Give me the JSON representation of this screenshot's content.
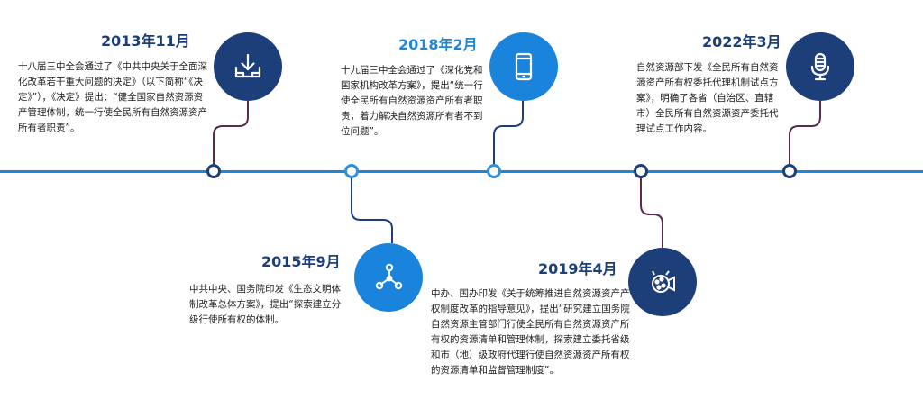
{
  "events": [
    {
      "date": "2013年11月",
      "text": "十八届三中全会通过了《中共中央关于全面深化改革若干重大问题的决定》（以下简称“《决定》”），《决定》提出：“健全国家自然资源资产管理体制，统一行使全民所有自然资源资产所有者职责”。",
      "icon": "download-tray-icon"
    },
    {
      "date": "2015年9月",
      "text": "中共中央、国务院印发《生态文明体制改革总体方案》，提出“探索建立分级行使所有权的体制。",
      "icon": "network-nodes-icon"
    },
    {
      "date": "2018年2月",
      "text": "十九届三中全会通过了《深化党和国家机构改革方案》，提出“统一行使全民所有自然资源资产所有者职责，着力解决自然资源所有者不到位问题”。",
      "icon": "smartphone-icon"
    },
    {
      "date": "2019年4月",
      "text": "中办、国办印发《关于统筹推进自然资源资产产权制度改革的指导意见》，提出“研究建立国务院自然资源主管部门行使全民所有自然资源资产所有权的资源清单和管理体制，探索建立委托省级和市（地）级政府代理行使自然资源资产所有权的资源清单和监督管理制度”。",
      "icon": "film-camera-icon"
    },
    {
      "date": "2022年3月",
      "text": "自然资源部下发《全民所有自然资源资产所有权委托代理机制试点方案》，明确了各省（自治区、直辖市）全民所有自然资源资产委托代理试点工作内容。",
      "icon": "microphone-icon"
    }
  ],
  "colors": {
    "dark_blue": "#1c3f7a",
    "light_blue": "#1a84dc",
    "axis": "#1f86d6",
    "connector": "#5a2b4e"
  }
}
